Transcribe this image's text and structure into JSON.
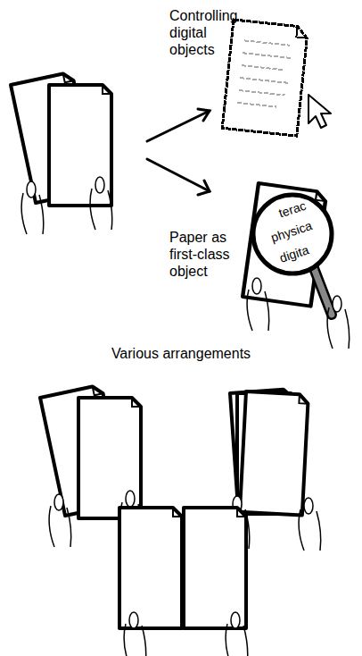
{
  "diagram": {
    "labels": [
      "Controlling digital objects",
      "Paper as first-class object",
      "terac",
      "physica",
      "digita",
      "Various arrangements"
    ]
  }
}
